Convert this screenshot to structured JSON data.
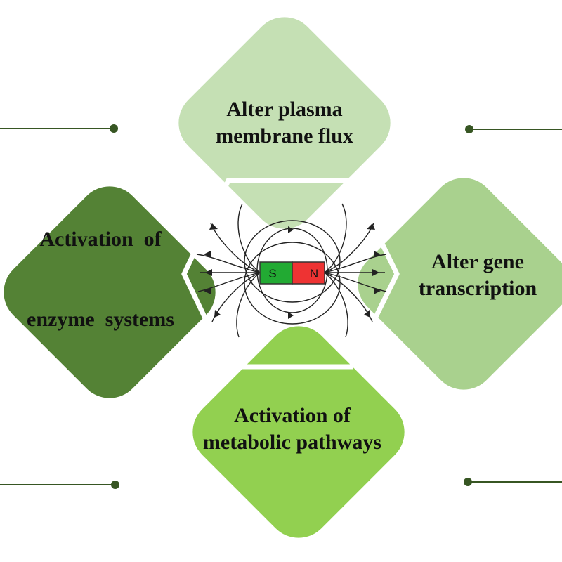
{
  "colors": {
    "top": "#c5e0b4",
    "left": "#548235",
    "right": "#a9d18e",
    "bottom": "#92d050",
    "hexagon_border": "#ffffff",
    "connector": "#375623",
    "magnet_south": "#22aa33",
    "magnet_north": "#ee3333",
    "field_lines": "#222222"
  },
  "magnet": {
    "south_label": "S",
    "north_label": "N"
  },
  "diamonds": {
    "top": {
      "line1": "Alter plasma",
      "line2": "membrane flux"
    },
    "left": {
      "line1": "Activation  of",
      "line2": "enzyme  systems"
    },
    "right": {
      "line1": "Alter gene",
      "line2": "transcription"
    },
    "bottom": {
      "line1": "Activation of",
      "line2": "metabolic pathways"
    }
  },
  "icons": {
    "magnet": "bar-magnet-icon"
  }
}
